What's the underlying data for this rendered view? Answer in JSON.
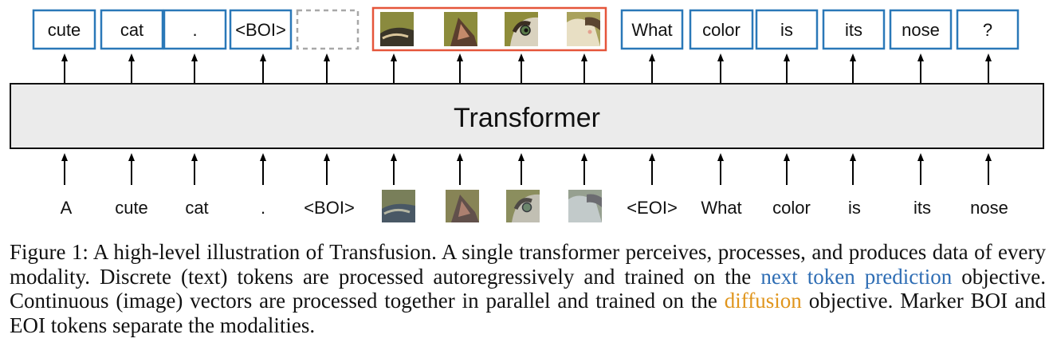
{
  "colors": {
    "output_box_border": "#2a78b8",
    "image_group_border": "#e5553a",
    "boi_placeholder_border": "#a8a8a8",
    "transformer_fill": "#ebebeb",
    "next_token_prediction": "#2e6db4",
    "diffusion": "#e0951c"
  },
  "diagram": {
    "transformer_label": "Transformer",
    "output_text_tokens": [
      "cute",
      "cat",
      ".",
      "<BOI>",
      "What",
      "color",
      "is",
      "its",
      "nose",
      "?"
    ],
    "output_placeholder": "",
    "output_image_patches": [
      "cat-ear-patch-clean",
      "cat-ear-patch-clean",
      "cat-face-patch-clean",
      "cat-nose-patch-clean"
    ],
    "input_text_tokens_before": [
      "A",
      "cute",
      "cat",
      ".",
      "<BOI>"
    ],
    "input_image_patches": [
      "cat-ear-patch-noisy",
      "cat-ear-patch-noisy",
      "cat-face-patch-noisy",
      "cat-nose-patch-noisy"
    ],
    "input_text_tokens_after": [
      "<EOI>",
      "What",
      "color",
      "is",
      "its",
      "nose"
    ]
  },
  "caption": {
    "prefix": "Figure 1: A high-level illustration of Transfusion. A single transformer perceives, processes, and produces data of every modality. Discrete (text) tokens are processed autoregressively and trained on the ",
    "highlight_1": "next token prediction",
    "middle": " objective. Continuous (image) vectors are processed together in parallel and trained on the ",
    "highlight_2": "diffusion",
    "suffix": " objective. Marker BOI and EOI tokens separate the modalities."
  }
}
